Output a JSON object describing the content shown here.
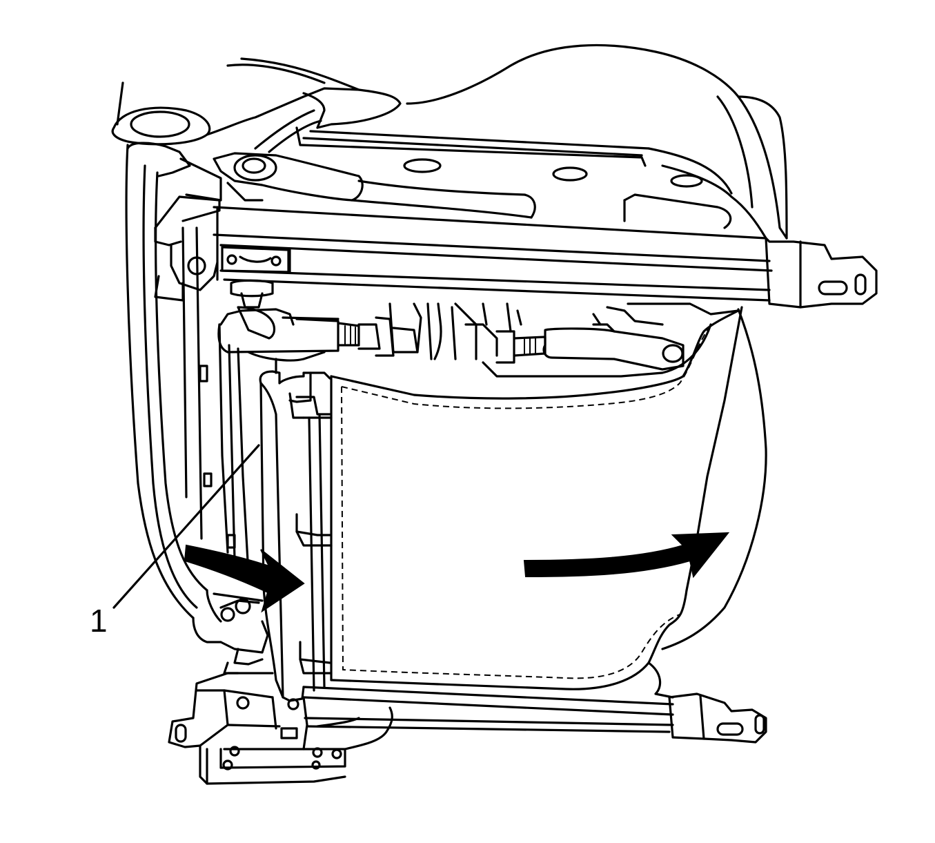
{
  "diagram": {
    "callouts": [
      {
        "id": "1",
        "label": "1"
      }
    ],
    "arrows": [
      {
        "name": "curved-arrow-left",
        "meaning": "rotate-inward"
      },
      {
        "name": "curved-arrow-right",
        "meaning": "pull-outward"
      }
    ],
    "colors": {
      "line": "#000000",
      "background": "#ffffff"
    }
  }
}
